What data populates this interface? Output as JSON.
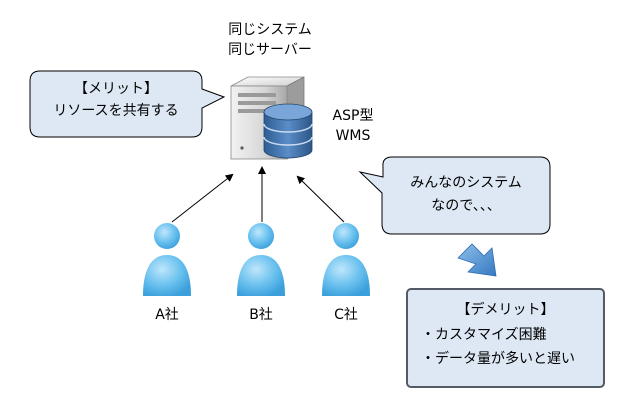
{
  "server": {
    "label_line1": "同じシステム",
    "label_line2": "同じサーバー",
    "db_line1": "ASP型",
    "db_line2": "WMS"
  },
  "merit": {
    "title": "【メリット】",
    "body": "リソースを共有する"
  },
  "thought": {
    "line1": "みんなのシステム",
    "line2": "なので、、、"
  },
  "demerit": {
    "title": "【デメリット】",
    "items": [
      "・カスタマイズ困難",
      "・データ量が多いと遅い"
    ]
  },
  "companies": [
    "A社",
    "B社",
    "C社"
  ],
  "colors": {
    "callout_fill": "#dde8f4",
    "callout_stroke": "#000000",
    "demerit_fill": "#dde8f4",
    "demerit_stroke": "#555b66",
    "person": "#4fb3e8",
    "db_blue": "#3f6fa8",
    "down_arrow": "#4a8fd0"
  }
}
